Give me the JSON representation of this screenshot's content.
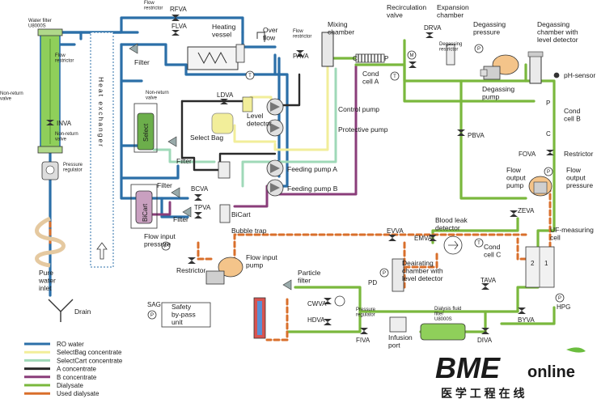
{
  "colors": {
    "ro_water": "#2b6fa8",
    "select_bag": "#f2ee9a",
    "select_cart": "#9fd9b8",
    "a_concentrate": "#2a2a2a",
    "b_concentrate": "#8a3d7a",
    "dialysate": "#7ab83d",
    "used_dialysate": "#d96f2b",
    "logo_blue": "#1d78c4",
    "logo_green": "#6bbd3e"
  },
  "legend": [
    {
      "name": "ro-water",
      "label": "RO water",
      "color": "#2b6fa8"
    },
    {
      "name": "selectbag-concentrate",
      "label": "SelectBag concentrate",
      "color": "#f2ee9a"
    },
    {
      "name": "selectcart-concentrate",
      "label": "SelectCart concentrate",
      "color": "#9fd9b8"
    },
    {
      "name": "a-concentrate",
      "label": "A concentrate",
      "color": "#2a2a2a"
    },
    {
      "name": "b-concentrate",
      "label": "B concentrate",
      "color": "#8a3d7a"
    },
    {
      "name": "dialysate",
      "label": "Dialysate",
      "color": "#7ab83d"
    },
    {
      "name": "used-dialysate",
      "label": "Used dialysate",
      "color": "#d96f2b"
    }
  ],
  "labels": {
    "flow_restrictor_top": "Flow\nrestrictor",
    "rfva": "RFVA",
    "flva": "FLVA",
    "heating_vessel": "Heating\nvessel",
    "over_flow": "Over\nflow",
    "flow_restrictor_pava": "Flow\nrestrictor",
    "pava": "PAVA",
    "mixing_chamber": "Mixing\nchamber",
    "recirculation_valve": "Recirculation\nvalve",
    "expansion_chamber": "Expansion\nchamber",
    "drva": "DRVA",
    "degassing_restrictor": "Degassing\nrestrictor",
    "degassing_pressure": "Degassing\npressure",
    "degassing_chamber": "Degassing\nchamber with\nlevel detector",
    "ph_sensor": "pH-sensor",
    "cond_cell_a": "Cond\ncell A",
    "cond_c": "C",
    "cond_p": "P",
    "degassing_pump": "Degassing\npump",
    "water_filter": "Water filter\nU8000S",
    "flow_restrictor_left": "Flow\nrestrictor",
    "filter_top": "Filter",
    "filter_mid": "Filter",
    "filter_bcva": "Filter",
    "filter_tpva": "Filter",
    "non_return_valve_left": "Non-return\nvalve",
    "inva": "INVA",
    "non_return_valve_mid": "Non-return\nvalve",
    "pressure_regulator_left": "Pressure\nregulator",
    "pure_water_inlet": "Pure\nwater\ninlet",
    "drain": "Drain",
    "heat_exchanger": "Heat exchanger",
    "non_return_valve_select": "Non-return\nvalve",
    "ldva": "LDVA",
    "level_detector": "Level\ndetector",
    "select_bag": "Select Bag",
    "select": "Select",
    "control_pump": "Control pump",
    "protective_pump": "Protective pump",
    "feeding_pump_a": "Feeding pump A",
    "feeding_pump_b": "Feeding pump B",
    "pbva": "PBVA",
    "bcva": "BCVA",
    "tpva": "TPVA",
    "bicart_vessel": "BiCart",
    "bicart_label": "BiCart",
    "bubble_trap": "Bubble trap",
    "flow_input_pressure": "Flow input\npressure",
    "restrictor_bottom": "Restrictor",
    "flow_input_pump": "Flow input\npump",
    "cond_cell_b": "Cond\ncell B",
    "cond_b_p": "P",
    "cond_b_c": "C",
    "fova": "FOVA",
    "restrictor_right": "Restrictor",
    "flow_output_pump": "Flow\noutput\npump",
    "flow_output_pressure": "Flow\noutput\npressure",
    "zeva": "ZEVA",
    "uf_measuring_cell": "UF-measuring\ncell",
    "blood_leak_detector": "Blood leak\ndetector",
    "evva": "EVVA",
    "emva": "EMVA",
    "cond_cell_c": "Cond\ncell C",
    "deairating_chamber": "Deairating\nchamber with\nlevel detector",
    "pd": "PD",
    "particle_filter": "Particle\nfilter",
    "tava": "TAVA",
    "hpg": "HPG",
    "byva": "BYVA",
    "cwva": "CWVA",
    "hdva": "HDVA",
    "pressure_regulator_bottom": "Pressure\nregulator",
    "dialysis_fluid_filter": "Dialysis fluid\nfilter\nU8000S",
    "fiva": "FIVA",
    "infusion_port": "Infusion\nport",
    "diva": "DIVA",
    "sag": "SAG",
    "safety_bypass": "Safety\nby-pass\nunit",
    "p_symbol": "P",
    "t_symbol": "T",
    "m_symbol": "M",
    "uf_1": "1",
    "uf_2": "2"
  },
  "logo": {
    "brand_big": "BME",
    "brand_small": "online",
    "chinese": "医 学 工 程 在 线"
  }
}
